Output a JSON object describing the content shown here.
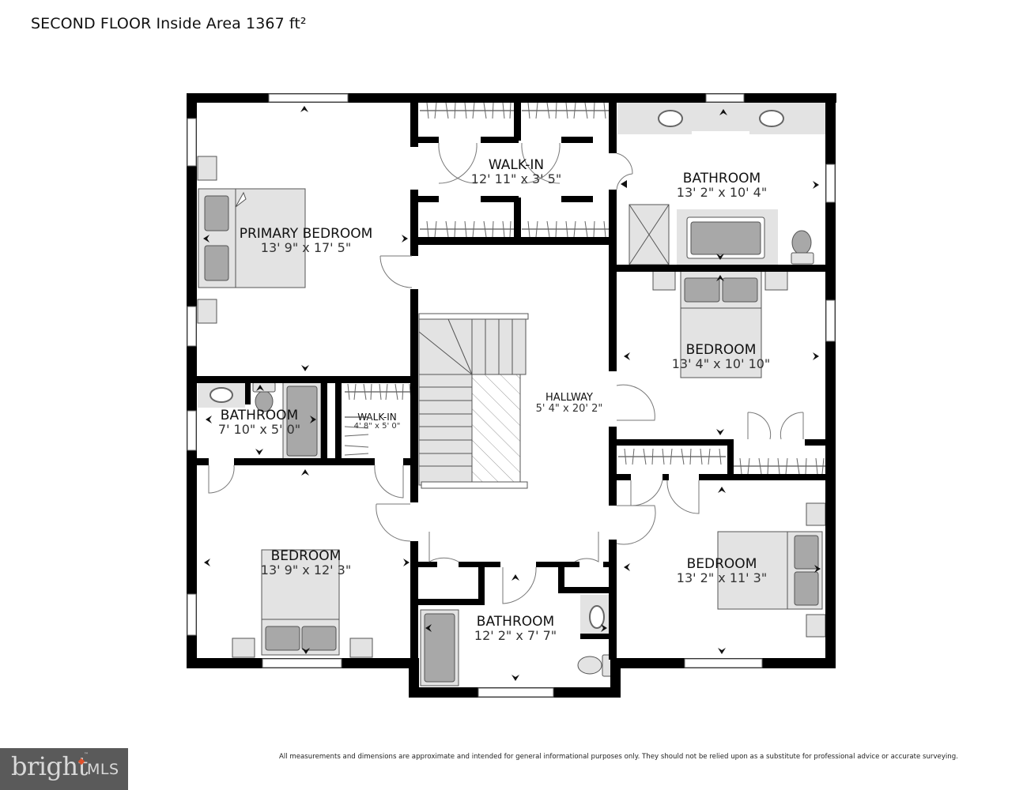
{
  "header": {
    "title": "SECOND FLOOR Inside Area 1367 ft²"
  },
  "rooms": [
    {
      "id": "primary-bedroom",
      "name": "PRIMARY BEDROOM",
      "dimensions": "13' 9\" x 17' 5\""
    },
    {
      "id": "walk-in-primary",
      "name": "WALK-IN",
      "dimensions": "12' 11\" x 3' 5\""
    },
    {
      "id": "primary-bathroom",
      "name": "BATHROOM",
      "dimensions": "13' 2\" x 10' 4\""
    },
    {
      "id": "bedroom-east",
      "name": "BEDROOM",
      "dimensions": "13' 4\" x 10' 10\""
    },
    {
      "id": "bathroom-west",
      "name": "BATHROOM",
      "dimensions": "7' 10\" x 5' 0\""
    },
    {
      "id": "walk-in-small",
      "name": "WALK-IN",
      "dimensions": "4' 8\" x 5' 0\""
    },
    {
      "id": "hallway",
      "name": "HALLWAY",
      "dimensions": "5' 4\" x 20' 2\""
    },
    {
      "id": "bedroom-southwest",
      "name": "BEDROOM",
      "dimensions": "13' 9\" x 12' 3\""
    },
    {
      "id": "bathroom-hall",
      "name": "BATHROOM",
      "dimensions": "12' 2\" x 7' 7\""
    },
    {
      "id": "bedroom-southeast",
      "name": "BEDROOM",
      "dimensions": "13' 2\" x 11' 3\""
    }
  ],
  "colors": {
    "wall": "#000000",
    "fixture_fill": "#e3e3e3",
    "fixture_dark": "#a8a8a8",
    "fixture_stroke": "#555555",
    "logo_bg": "#5a5a5a",
    "logo_accent": "#e0502a"
  },
  "footer": {
    "logo": {
      "brand": "bright",
      "suffix": "MLS",
      "tm": "™"
    },
    "disclaimer": "All measurements and dimensions are approximate and intended for general informational purposes only. They should not be relied upon as a substitute for professional advice or accurate surveying."
  }
}
